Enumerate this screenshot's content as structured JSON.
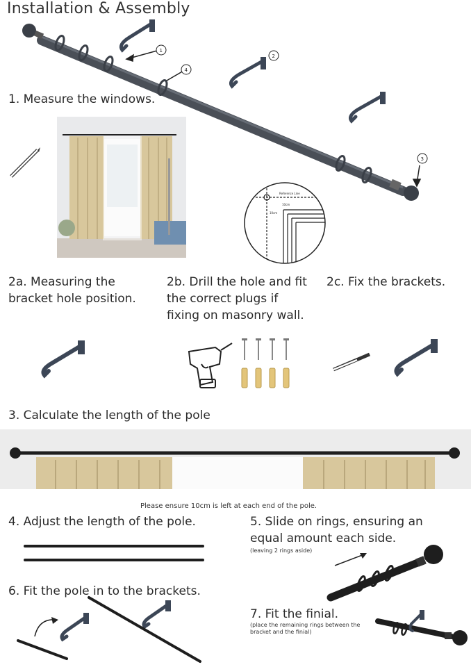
{
  "header": {
    "title": "Installation & Assembly"
  },
  "callouts": [
    "1",
    "2",
    "3",
    "4"
  ],
  "steps": {
    "s1": "1. Measure the windows.",
    "s2a": "2a. Measuring the bracket hole position.",
    "s2b": "2b. Drill the hole and fit the correct plugs if fixing on masonry wall.",
    "s2c": "2c. Fix the brackets.",
    "s3": "3. Calculate the length of the pole",
    "s3_note": "Please ensure 10cm is left at each end of the pole.",
    "s4": "4. Adjust the length of the pole.",
    "s5": "5. Slide on rings, ensuring an equal amount each side.",
    "s5_note": "(leaving 2 rings aside)",
    "s6": "6. Fit the pole in to the brackets.",
    "s7": "7. Fit the finial.",
    "s7_note": "(place the remaining rings between the bracket and the finial)"
  },
  "diagram": {
    "label_reference": "Reference Line",
    "label_v": "10cm",
    "label_h": "10cm"
  },
  "colors": {
    "pole": "#4a4f57",
    "bracket": "#3c4656",
    "curtain": "#d8c79c",
    "dark_pole": "#1e1e1e"
  }
}
